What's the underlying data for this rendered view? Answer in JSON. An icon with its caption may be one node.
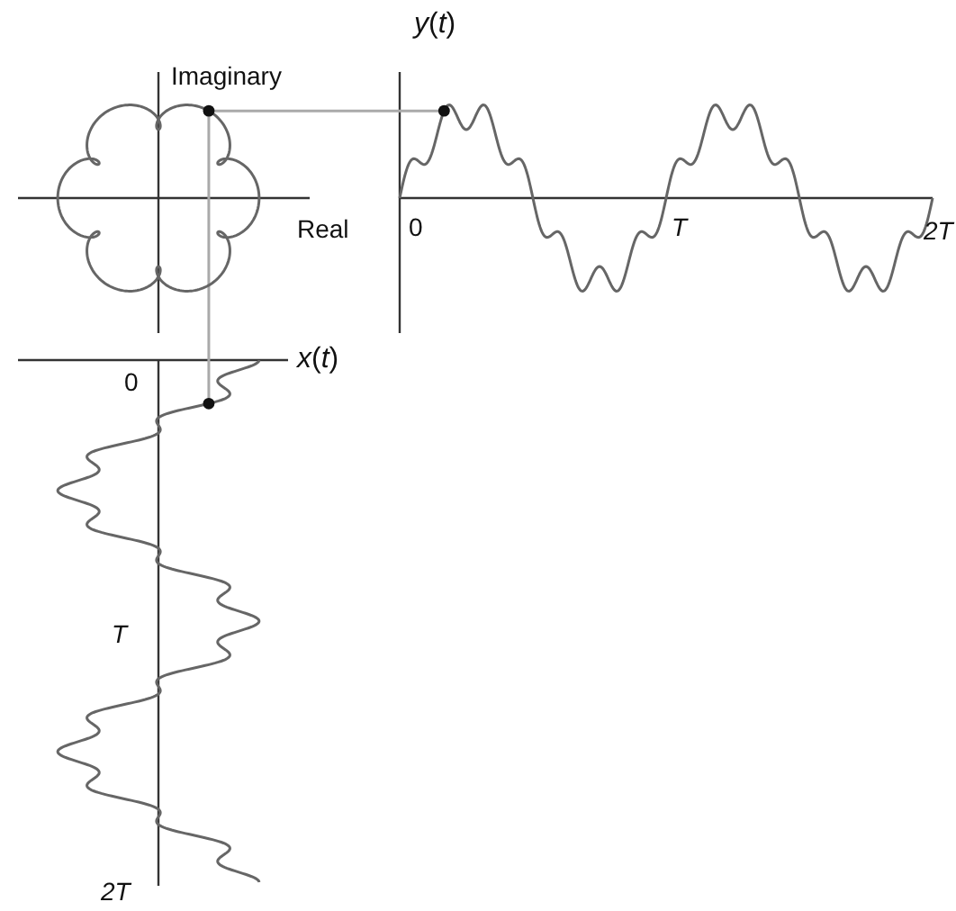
{
  "diagram": {
    "labels": [
      "*y*(*t*)",
      "Imaginary",
      "Real",
      "0",
      "T",
      "2T",
      "*x*(*t*)",
      "0",
      "T",
      "2T"
    ]
  }
}
